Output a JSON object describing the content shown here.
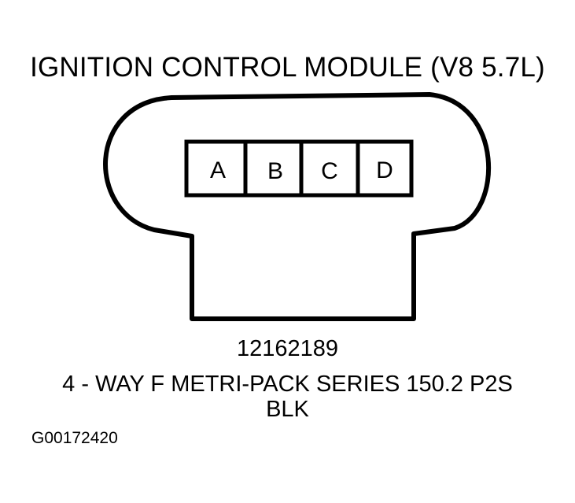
{
  "title": "IGNITION CONTROL MODULE (V8 5.7L)",
  "connector": {
    "cavities": [
      "A",
      "B",
      "C",
      "D"
    ],
    "part_number": "12162189",
    "description": "4 - WAY F METRI-PACK SERIES 150.2 P2S",
    "color": "BLK"
  },
  "figure_id": "G00172420",
  "colors": {
    "line": "#000000",
    "background": "#ffffff"
  }
}
